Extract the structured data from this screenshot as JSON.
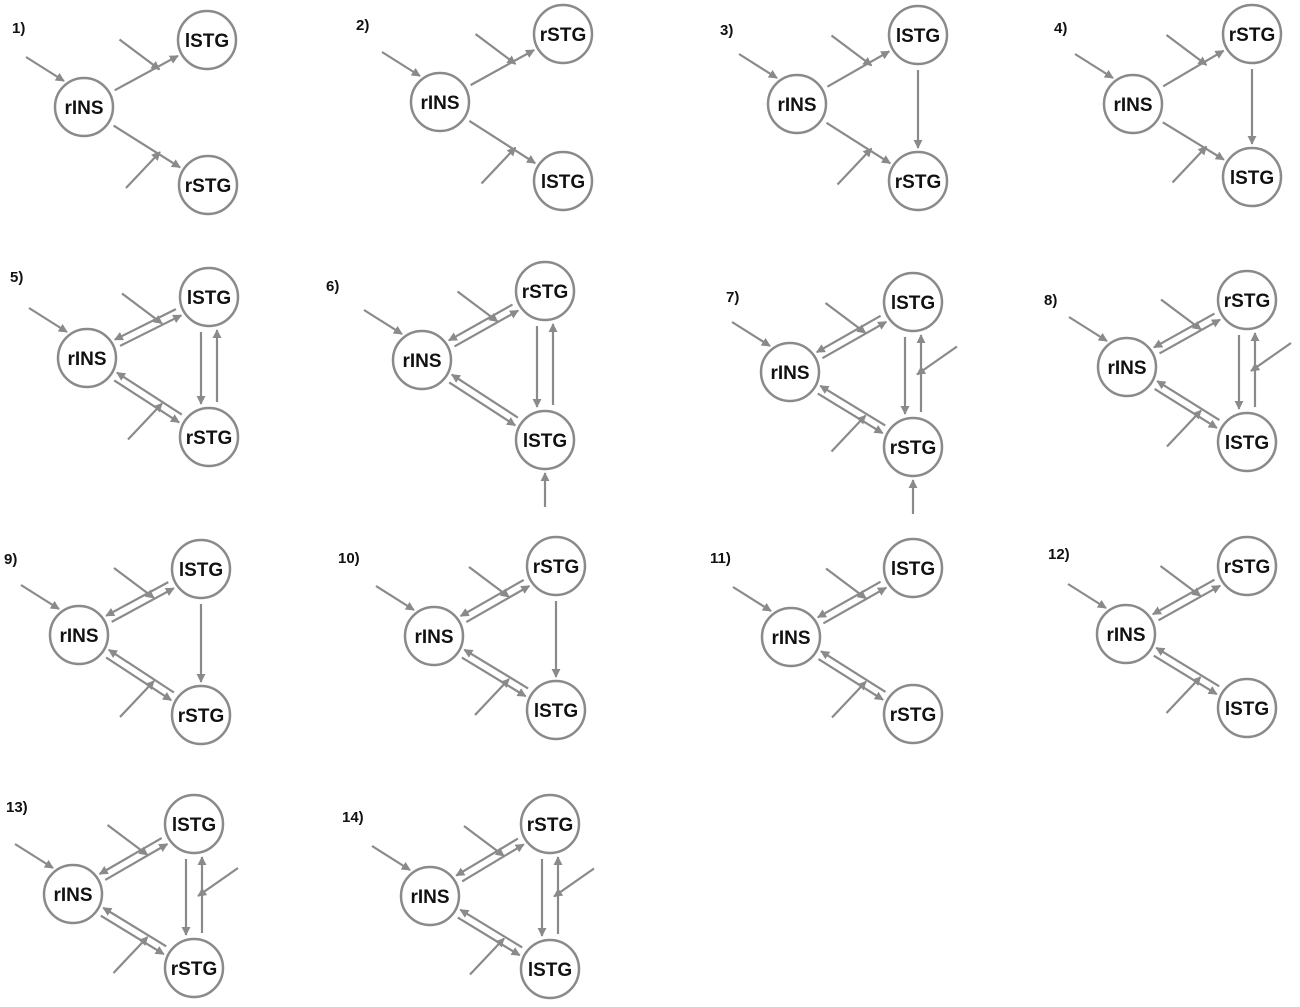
{
  "figure": {
    "node_color": "#8a8a8a",
    "edge_color": "#8a8a8a",
    "text_color": "#111111",
    "models": [
      {
        "label": "1)",
        "nodes": [
          "rINS",
          "lSTG",
          "rSTG"
        ]
      },
      {
        "label": "2)",
        "nodes": [
          "rINS",
          "rSTG",
          "lSTG"
        ]
      },
      {
        "label": "3)",
        "nodes": [
          "rINS",
          "lSTG",
          "rSTG"
        ]
      },
      {
        "label": "4)",
        "nodes": [
          "rINS",
          "rSTG",
          "lSTG"
        ]
      },
      {
        "label": "5)",
        "nodes": [
          "rINS",
          "lSTG",
          "rSTG"
        ]
      },
      {
        "label": "6)",
        "nodes": [
          "rINS",
          "rSTG",
          "lSTG"
        ]
      },
      {
        "label": "7)",
        "nodes": [
          "rINS",
          "lSTG",
          "rSTG"
        ]
      },
      {
        "label": "8)",
        "nodes": [
          "rINS",
          "rSTG",
          "lSTG"
        ]
      },
      {
        "label": "9)",
        "nodes": [
          "rINS",
          "lSTG",
          "rSTG"
        ]
      },
      {
        "label": "10)",
        "nodes": [
          "rINS",
          "rSTG",
          "lSTG"
        ]
      },
      {
        "label": "11)",
        "nodes": [
          "rINS",
          "lSTG",
          "rSTG"
        ]
      },
      {
        "label": "12)",
        "nodes": [
          "rINS",
          "rSTG",
          "lSTG"
        ]
      },
      {
        "label": "13)",
        "nodes": [
          "rINS",
          "lSTG",
          "rSTG"
        ]
      },
      {
        "label": "14)",
        "nodes": [
          "rINS",
          "rSTG",
          "lSTG"
        ]
      }
    ]
  }
}
